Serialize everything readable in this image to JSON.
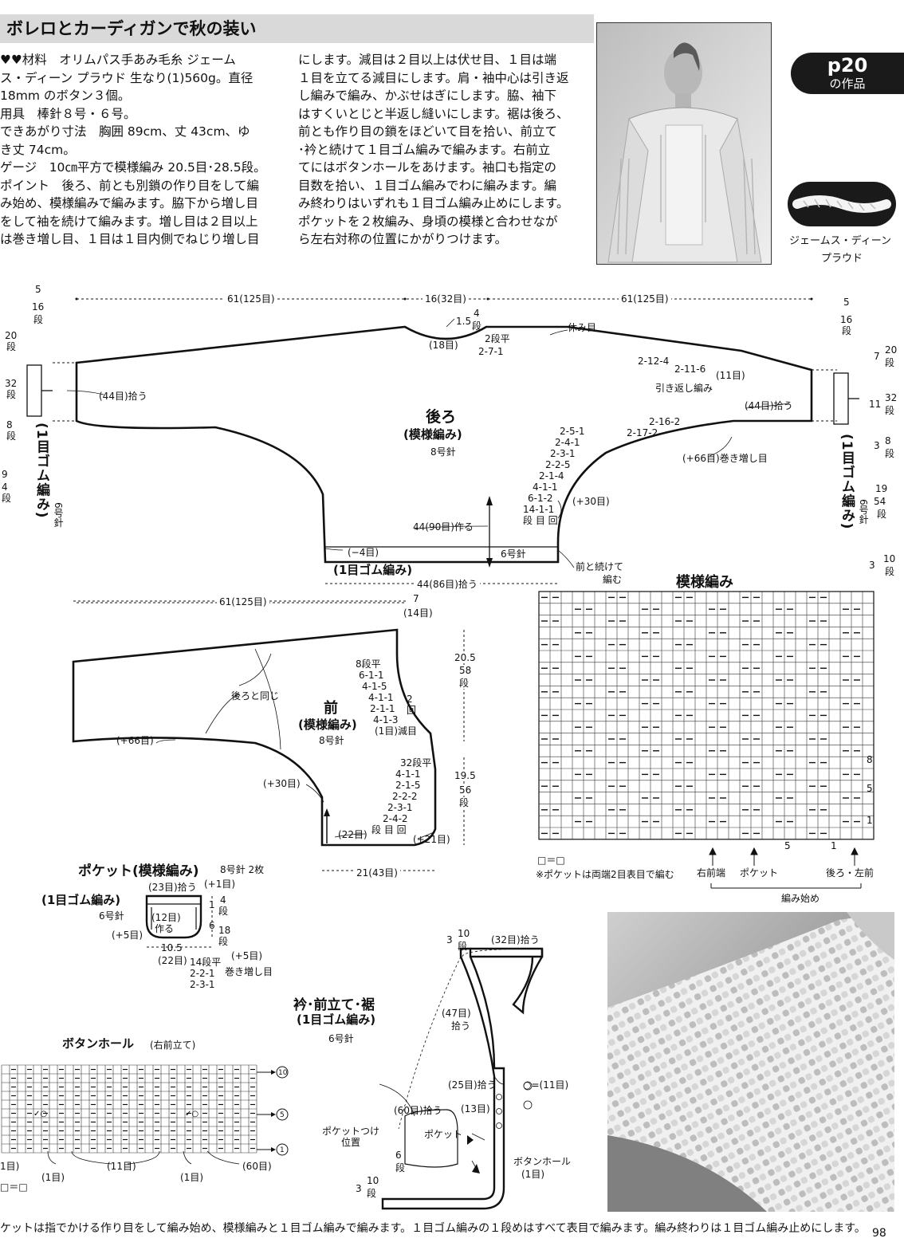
{
  "title": "ボレロとカーディガンで秋の装い",
  "badge": {
    "page": "p20",
    "sub": "の作品"
  },
  "text_left": [
    "♥♥材料　オリムパス手あみ毛糸 ジェーム",
    "ス・ディーン プラウド 生なり(1)560g。直径",
    "18mm のボタン３個。",
    "用具　棒針８号・６号。",
    "できあがり寸法　胸囲 89cm、丈 43cm、ゆ",
    "き丈 74cm。",
    "ゲージ　10㎝平方で模様編み 20.5目･28.5段。",
    "ポイント　後ろ、前とも別鎖の作り目をして編",
    "み始め、模様編みで編みます。脇下から増し目",
    "をして袖を続けて編みます。増し目は２目以上",
    "は巻き増し目、１目は１目内側でねじり増し目"
  ],
  "text_right": [
    "にします。減目は２目以上は伏せ目、１目は端",
    "１目を立てる減目にします。肩・袖中心は引き返",
    "し編みで編み、かぶせはぎにします。脇、袖下",
    "はすくいとじと半返し縫いにします。裾は後ろ、",
    "前とも作り目の鎖をほどいて目を拾い、前立て",
    "･衿と続けて１目ゴム編みで編みます。右前立",
    "てにはボタンホールをあけます。袖口も指定の",
    "目数を拾い、１目ゴム編みでわに編みます。編",
    "み終わりはいずれも１目ゴム編み止めにします。",
    "ポケットを２枚編み、身頃の模様と合わせなが",
    "ら左右対称の位置にかがりつけます。"
  ],
  "yarn_caption": [
    "ジェームス・ディーン",
    "プラウド"
  ],
  "back": {
    "title": "後ろ",
    "stitch": "(模様編み)",
    "needle": "8号針",
    "top_labels": [
      "61(125目)",
      "16(32目)",
      "61(125目)"
    ],
    "edge": [
      "5",
      "16",
      "段"
    ],
    "neck": [
      "1.5",
      "4",
      "段",
      "(18目)",
      "2段平",
      "2-7-1",
      "休み目"
    ],
    "shoulder": [
      "2-12-4",
      "2-11-6",
      "(11目)",
      "引き返し編み"
    ],
    "sleeve_pick": "(44目)拾う",
    "underarm": [
      "2-16-2",
      "2-17-2"
    ],
    "increase": "(+66目)巻き増し目",
    "side_steps": [
      "2-5-1",
      "2-4-1",
      "2-3-1",
      "2-2-5",
      "2-1-4",
      "4-1-1",
      "6-1-2",
      "14-1-1",
      "段 目 回"
    ],
    "plus30": "(+30目)",
    "cast_on": "44(90目)作る",
    "minus4": "(−4目)",
    "rib": "(1目ゴム編み)",
    "needle6": "6号針",
    "cont": [
      "前と続けて",
      "編む"
    ],
    "pick_bottom": "44(86目)拾う",
    "cuff": "(1目ゴム編み)",
    "cuff_needle": "6号針",
    "left_side": [
      "20",
      "段",
      "32",
      "段",
      "8",
      "段",
      "9",
      "4",
      "段"
    ],
    "right_side": [
      "7",
      "20",
      "段",
      "11",
      "32",
      "段",
      "3",
      "8",
      "段",
      "19",
      "54",
      "段",
      "3",
      "10",
      "段"
    ]
  },
  "front": {
    "title": "前",
    "stitch": "(模様編み)",
    "needle": "8号針",
    "top_labels": [
      "61(125目)",
      "7",
      "(14目)"
    ],
    "same": "後ろと同じ",
    "neck_steps": [
      "8段平",
      "6-1-1",
      "4-1-5",
      "4-1-1",
      "2-1-1",
      "4-1-3",
      "(1目)減目"
    ],
    "neck_side": [
      "2",
      "回"
    ],
    "plus66": "(+66目)",
    "plus30": "(+30目)",
    "side_steps": [
      "32段平",
      "4-1-1",
      "2-1-5",
      "2-2-2",
      "2-3-1",
      "2-4-2",
      "段 目 回"
    ],
    "plus21": "(+21目)",
    "bottom": "(22目)",
    "width": "21(43目)",
    "height1": [
      "20.5",
      "58",
      "段"
    ],
    "height2": [
      "19.5",
      "56",
      "段"
    ]
  },
  "pattern": {
    "title": "模様編み",
    "row_marks": [
      "8",
      "5",
      "1"
    ],
    "col_marks": [
      "5",
      "1"
    ],
    "legend": "□＝□",
    "note": "※ポケットは両端2目表目で編む",
    "labels": [
      "右前端",
      "ポケット",
      "後ろ・左前"
    ],
    "start": "編み始め"
  },
  "pocket": {
    "title": "ポケット(模様編み)",
    "needle": "8号針 2枚",
    "rib": "(1目ゴム編み)",
    "rib_needle": "6号針",
    "labels": [
      "(23目)拾う",
      "(+1目)",
      "1",
      "4",
      "段",
      "(12目)",
      "作る",
      "6",
      "18",
      "段",
      "(+5目)",
      "10.5",
      "(22目)",
      "14段平",
      "2-2-1",
      "2-3-1",
      "(+5目)",
      "巻き増し目"
    ]
  },
  "collar": {
    "title": "衿･前立て･裾",
    "stitch": "(1目ゴム編み)",
    "needle": "6号針",
    "labels": [
      "3",
      "10",
      "段",
      "(32目)拾う",
      "(47目)",
      "拾う",
      "(25目)拾う",
      "(60目)拾う",
      "(13目)",
      "○=(11目)",
      "ポケットつけ",
      "位置",
      "ポケット",
      "ボタンホール",
      "(1目)",
      "6",
      "段",
      "3",
      "10",
      "段"
    ]
  },
  "buttonhole": {
    "title": "ボタンホール",
    "sub": "(右前立て)",
    "circle_marks": [
      "10",
      "5",
      "1"
    ],
    "labels": [
      "1目)",
      "(1目)",
      "(11目)",
      "(1目)",
      "(60目)"
    ],
    "legend": "□＝□"
  },
  "footer": "ケットは指でかける作り目をして編み始め、模様編みと１目ゴム編みで編みます。１目ゴム編みの１段めはすべて表目で編みます。編み終わりは１目ゴム編み止めにします。",
  "page_number": "98"
}
